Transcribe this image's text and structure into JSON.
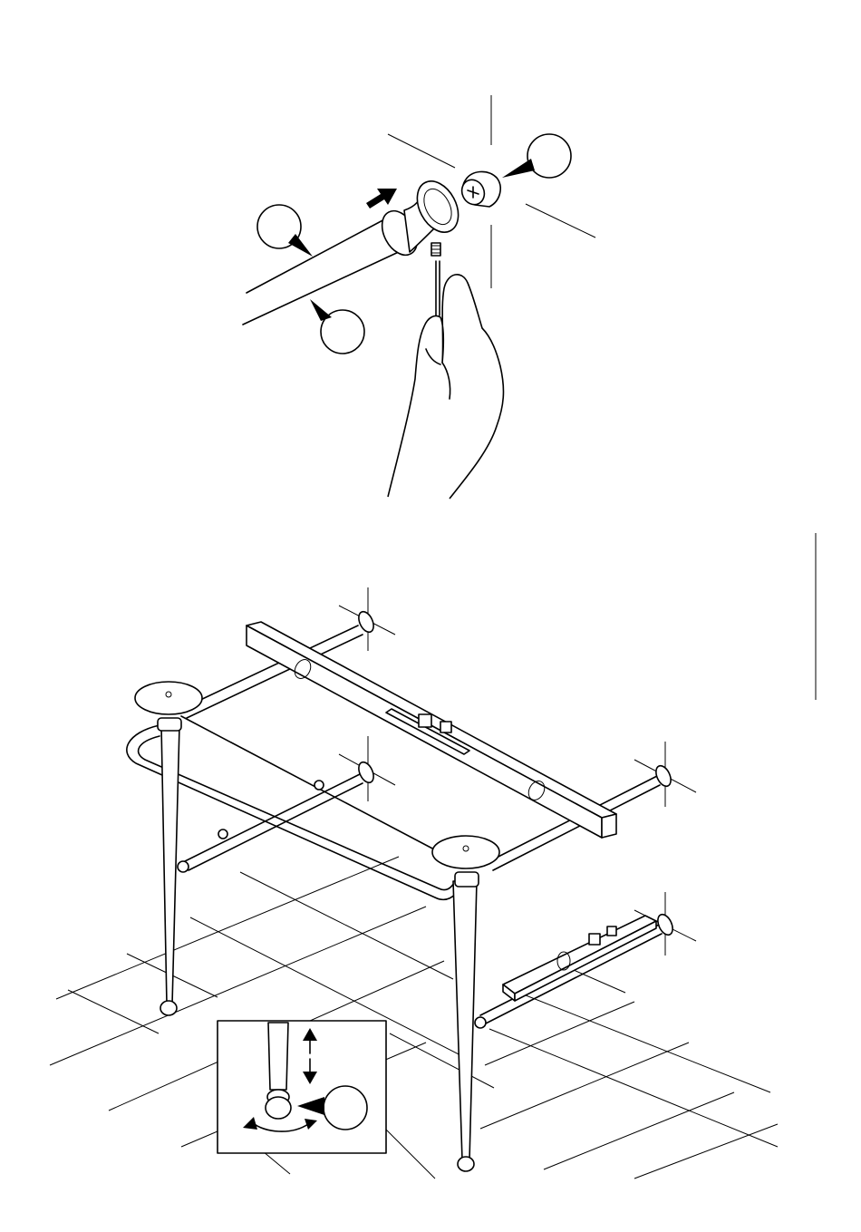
{
  "instructions": {
    "step_1": {
      "callouts": [
        "",
        "",
        ""
      ],
      "parts": [
        "rod",
        "end-cap",
        "connector",
        "set-screw",
        "allen-key",
        "hand"
      ]
    },
    "step_2": {
      "callouts": [
        ""
      ],
      "parts": [
        "table-frame",
        "leveling-tool",
        "spirit-level",
        "floor-grid",
        "leveling-foot"
      ]
    }
  },
  "icons": [
    "push-arrow-icon",
    "callout-pointer-icon",
    "up-down-arrow-icon",
    "rotate-arrow-icon"
  ],
  "colors": {
    "line": "#000000",
    "background": "#ffffff"
  }
}
